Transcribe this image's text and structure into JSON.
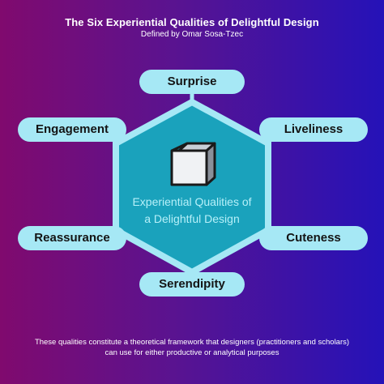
{
  "title": "The Six Experiential Qualities of Delightful Design",
  "subtitle": "Defined by Omar Sosa-Tzec",
  "center": {
    "line1": "Experiential Qualities of",
    "line2": "a Delightful Design",
    "icon": "cube-icon"
  },
  "qualities": [
    "Surprise",
    "Engagement",
    "Liveliness",
    "Reassurance",
    "Cuteness",
    "Serendipity"
  ],
  "footer": {
    "line1": "These qualities constitute a theoretical framework that designers (practitioners and scholars)",
    "line2": "can use for either productive or analytical purposes"
  },
  "colors": {
    "background_left": "#800a6e",
    "background_right": "#2512b8",
    "pill": "#a6e8f5",
    "hexagon_fill": "#1aa2bc",
    "center_text": "#b6f0f9"
  }
}
